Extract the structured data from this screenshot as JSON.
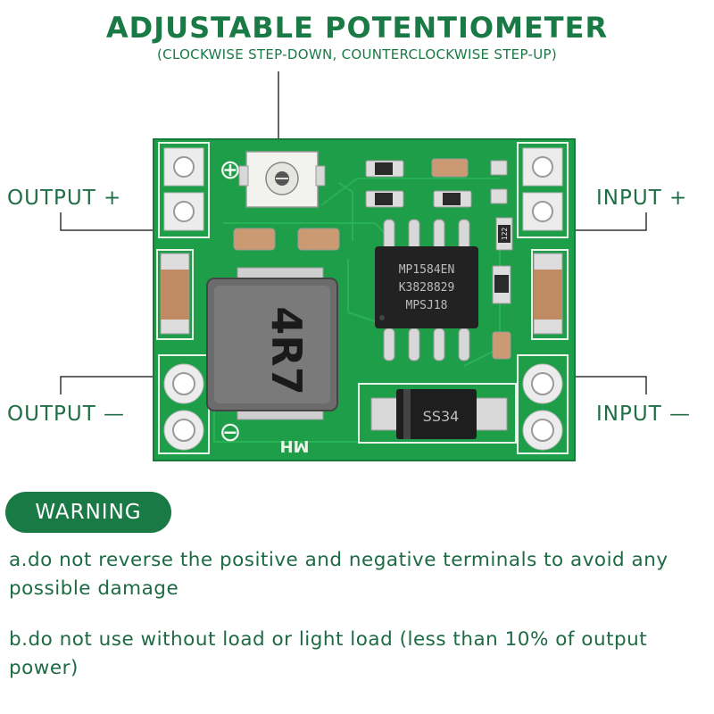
{
  "header": {
    "title": "ADJUSTABLE POTENTIOMETER",
    "subtitle": "(CLOCKWISE STEP-DOWN, COUNTERCLOCKWISE STEP-UP)"
  },
  "labels": {
    "output_plus": "OUTPUT +",
    "output_minus": "OUTPUT —",
    "input_plus": "INPUT +",
    "input_minus": "INPUT —"
  },
  "board": {
    "ic_lines": [
      "MP1584EN",
      "K3828829",
      "MPSJ18"
    ],
    "inductor_marking": "4R7",
    "diode_marking": "SS34",
    "silkscreen": "MH",
    "resistor_marking": "122",
    "plus_symbol": "⊕",
    "minus_symbol": "⊖"
  },
  "warning": {
    "label": "WARNING",
    "notes": [
      "a.do not reverse the positive and negative terminals to avoid any possible damage",
      "b.do not use without load or light load (less than 10% of output power)"
    ]
  },
  "colors": {
    "brand_green": "#1a7a45",
    "pcb_green": "#1f9e4a"
  }
}
